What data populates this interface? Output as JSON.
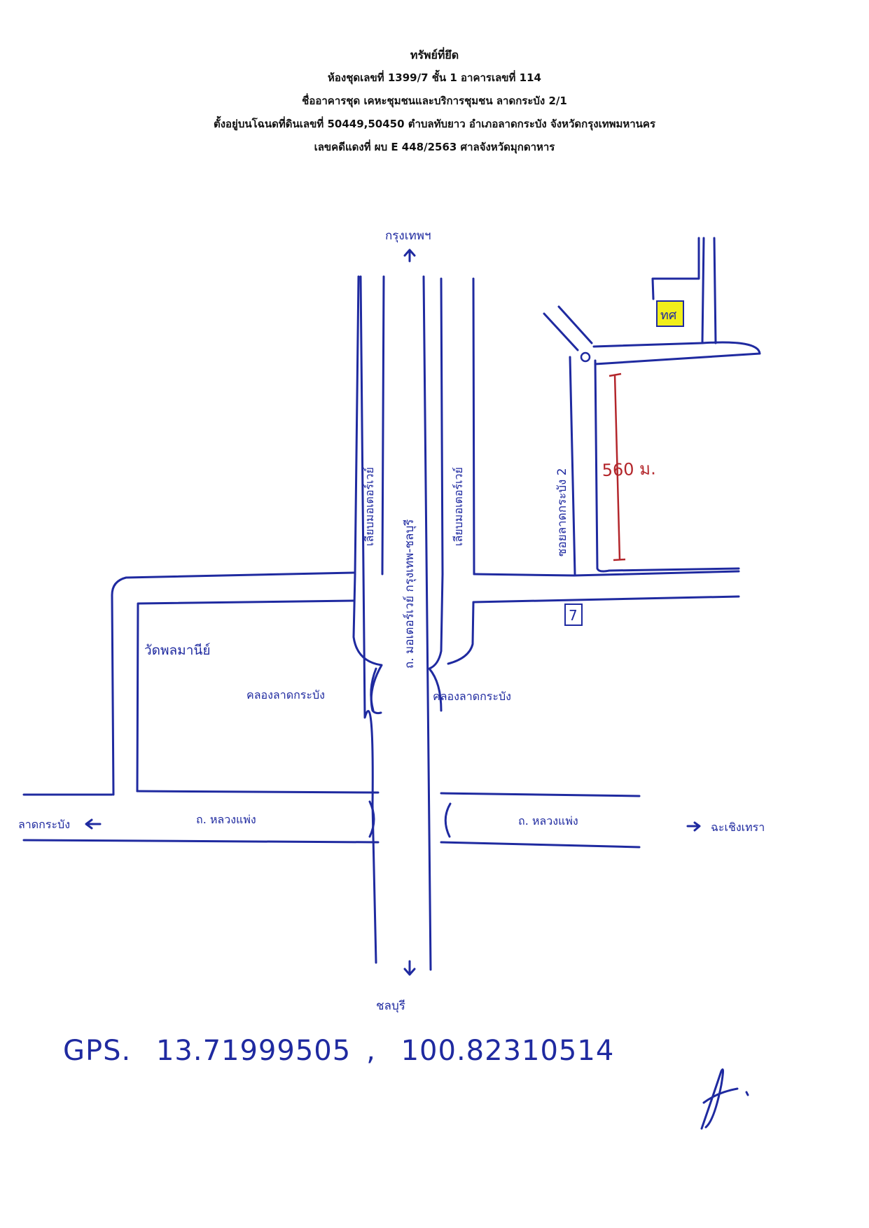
{
  "header": {
    "title": "ทรัพย์ที่ยึด",
    "line_unit": "ห้องชุดเลขที่ 1399/7  ชั้น 1 อาคารเลขที่ 114",
    "line_building": "ชื่ออาคารชุด เคหะชุมชนและบริการชุมชน ลาดกระบัง 2/1",
    "line_location": "ตั้งอยู่บนโฉนดที่ดินเลขที่ 50449,50450 ตำบลทับยาว อำเภอลาดกระบัง  จังหวัดกรุงเทพมหานคร",
    "line_case": "เลขคดีแดงที่ ผบ E 448/2563  ศาลจังหวัดมุกดาหาร"
  },
  "map": {
    "north_label": "กรุงเทพฯ",
    "south_label": "ชลบุรี",
    "west_label": "ลาดกระบัง",
    "east_label": "ฉะเชิงเทรา",
    "main_road_label": "ถ. มอเตอร์เวย์ กรุงเทพ-ชลบุรี",
    "frontage_left_label": "เลียบมอเตอร์เวย์",
    "frontage_right_label": "เลียบมอเตอร์เวย์",
    "soi_label": "ซอยลาดกระบัง 2",
    "canal_left_label": "คลองลาดกระบัง",
    "canal_right_label": "คลองลาดกระบัง",
    "temple_label": "วัดพลมานีย์",
    "road_left_label": "ถ. หลวงแพ่ง",
    "road_right_label": "ถ. หลวงแพ่ง",
    "distance_label": "560 ม.",
    "marker_label": "ทศ",
    "seven_eleven_label": "7"
  },
  "gps": {
    "prefix": "GPS.",
    "latitude": "13.71999505",
    "longitude": "100.82310514"
  },
  "colors": {
    "ink": "#1f2aa0",
    "distance_ink": "#b3262b",
    "marker_fill": "#f2ef1a"
  }
}
